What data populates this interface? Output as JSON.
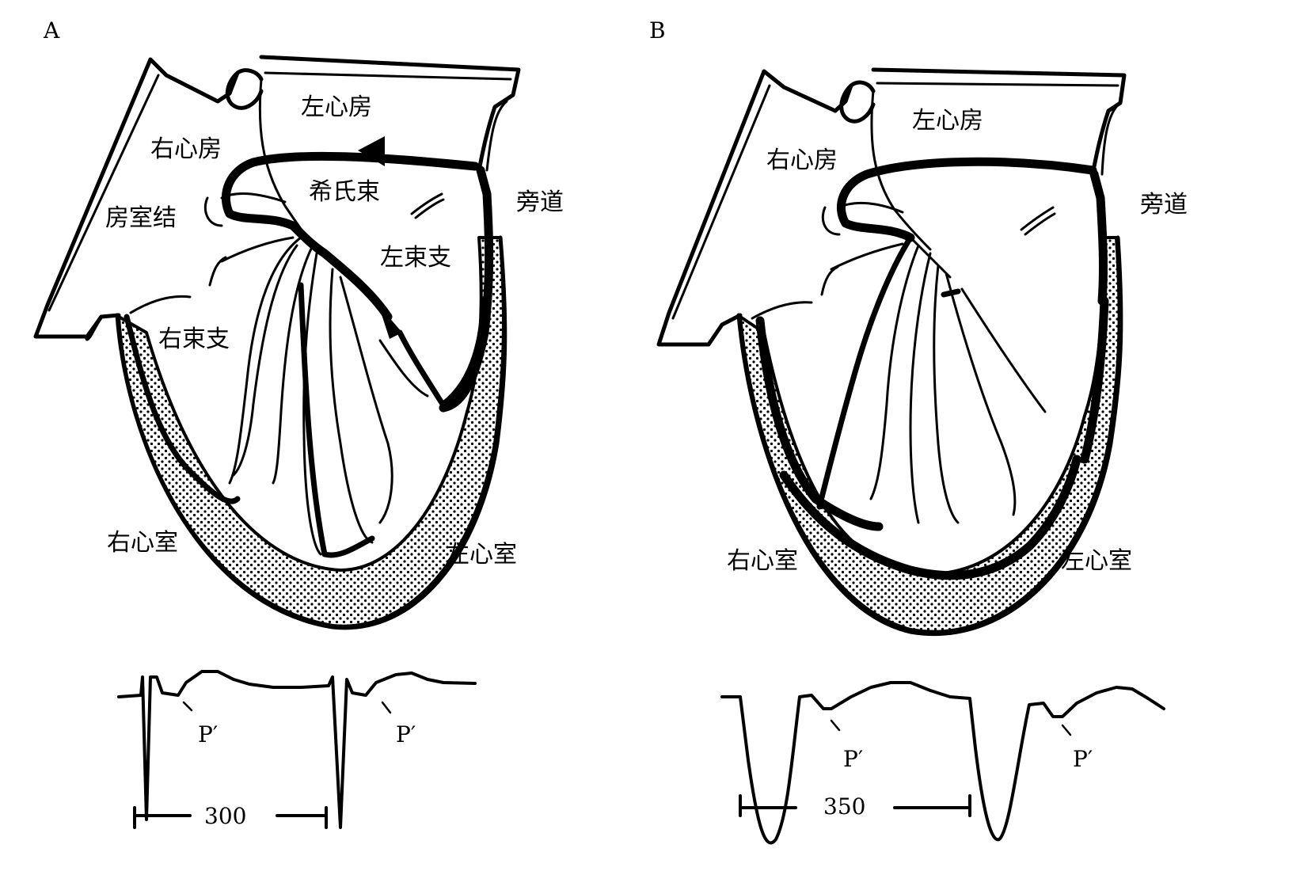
{
  "panels": [
    {
      "letter": "A",
      "labels": {
        "left_atrium": "左心房",
        "right_atrium": "右心房",
        "av_node": "房室结",
        "his_bundle": "希氏束",
        "left_bundle_branch": "左束支",
        "accessory_pathway": "旁道",
        "right_bundle_branch": "右束支",
        "right_ventricle": "右心室",
        "left_ventricle": "左心室"
      },
      "ecg": {
        "p_prime_1": "P′",
        "p_prime_2": "P′",
        "interval": "300"
      }
    },
    {
      "letter": "B",
      "labels": {
        "left_atrium": "左心房",
        "right_atrium": "右心房",
        "accessory_pathway": "旁道",
        "right_ventricle": "右心室",
        "left_ventricle": "左心室"
      },
      "ecg": {
        "p_prime_1": "P′",
        "p_prime_2": "P′",
        "interval": "350"
      }
    }
  ]
}
